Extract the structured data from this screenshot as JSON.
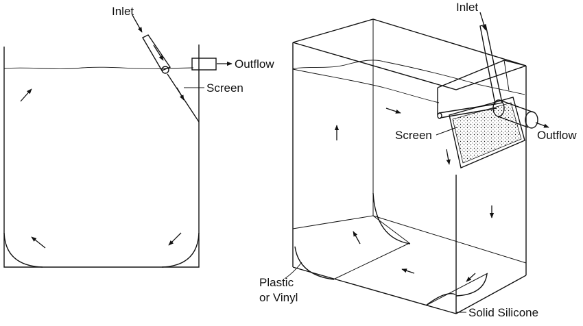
{
  "left_panel": {
    "inlet_label": "Inlet",
    "outflow_label": "Outflow",
    "screen_label": "Screen"
  },
  "right_panel": {
    "inlet_label": "Inlet",
    "screen_label": "Screen",
    "outflow_label": "Outflow",
    "liner_label_line1": "Plastic",
    "liner_label_line2": "or Vinyl",
    "silicone_label": "Solid Silicone"
  }
}
